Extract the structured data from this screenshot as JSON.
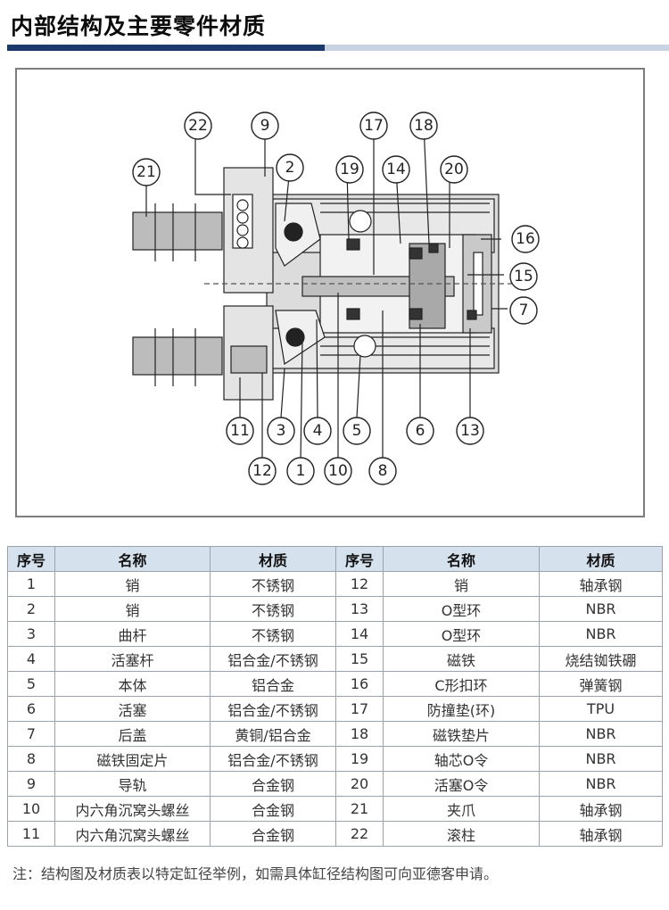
{
  "header": {
    "title": "内部结构及主要零件材质"
  },
  "diagram": {
    "callouts": [
      "1",
      "2",
      "3",
      "4",
      "5",
      "6",
      "7",
      "8",
      "9",
      "10",
      "11",
      "12",
      "13",
      "14",
      "15",
      "16",
      "17",
      "18",
      "19",
      "20",
      "21",
      "22"
    ]
  },
  "table": {
    "headers": [
      "序号",
      "名称",
      "材质",
      "序号",
      "名称",
      "材质"
    ],
    "rows": [
      [
        "1",
        "销",
        "不锈钢",
        "12",
        "销",
        "轴承钢"
      ],
      [
        "2",
        "销",
        "不锈钢",
        "13",
        "O型环",
        "NBR"
      ],
      [
        "3",
        "曲杆",
        "不锈钢",
        "14",
        "O型环",
        "NBR"
      ],
      [
        "4",
        "活塞杆",
        "铝合金/不锈钢",
        "15",
        "磁铁",
        "烧结铷铁硼"
      ],
      [
        "5",
        "本体",
        "铝合金",
        "16",
        "C形扣环",
        "弹簧钢"
      ],
      [
        "6",
        "活塞",
        "铝合金/不锈钢",
        "17",
        "防撞垫(环)",
        "TPU"
      ],
      [
        "7",
        "后盖",
        "黄铜/铝合金",
        "18",
        "磁铁垫片",
        "NBR"
      ],
      [
        "8",
        "磁铁固定片",
        "铝合金/不锈钢",
        "19",
        "轴芯O令",
        "NBR"
      ],
      [
        "9",
        "导轨",
        "合金钢",
        "20",
        "活塞O令",
        "NBR"
      ],
      [
        "10",
        "内六角沉窝头螺丝",
        "合金钢",
        "21",
        "夹爪",
        "轴承钢"
      ],
      [
        "11",
        "内六角沉窝头螺丝",
        "合金钢",
        "22",
        "滚柱",
        "轴承钢"
      ]
    ]
  },
  "footnote": "注：结构图及材质表以特定缸径举例，如需具体缸径结构图可向亚德客申请。"
}
